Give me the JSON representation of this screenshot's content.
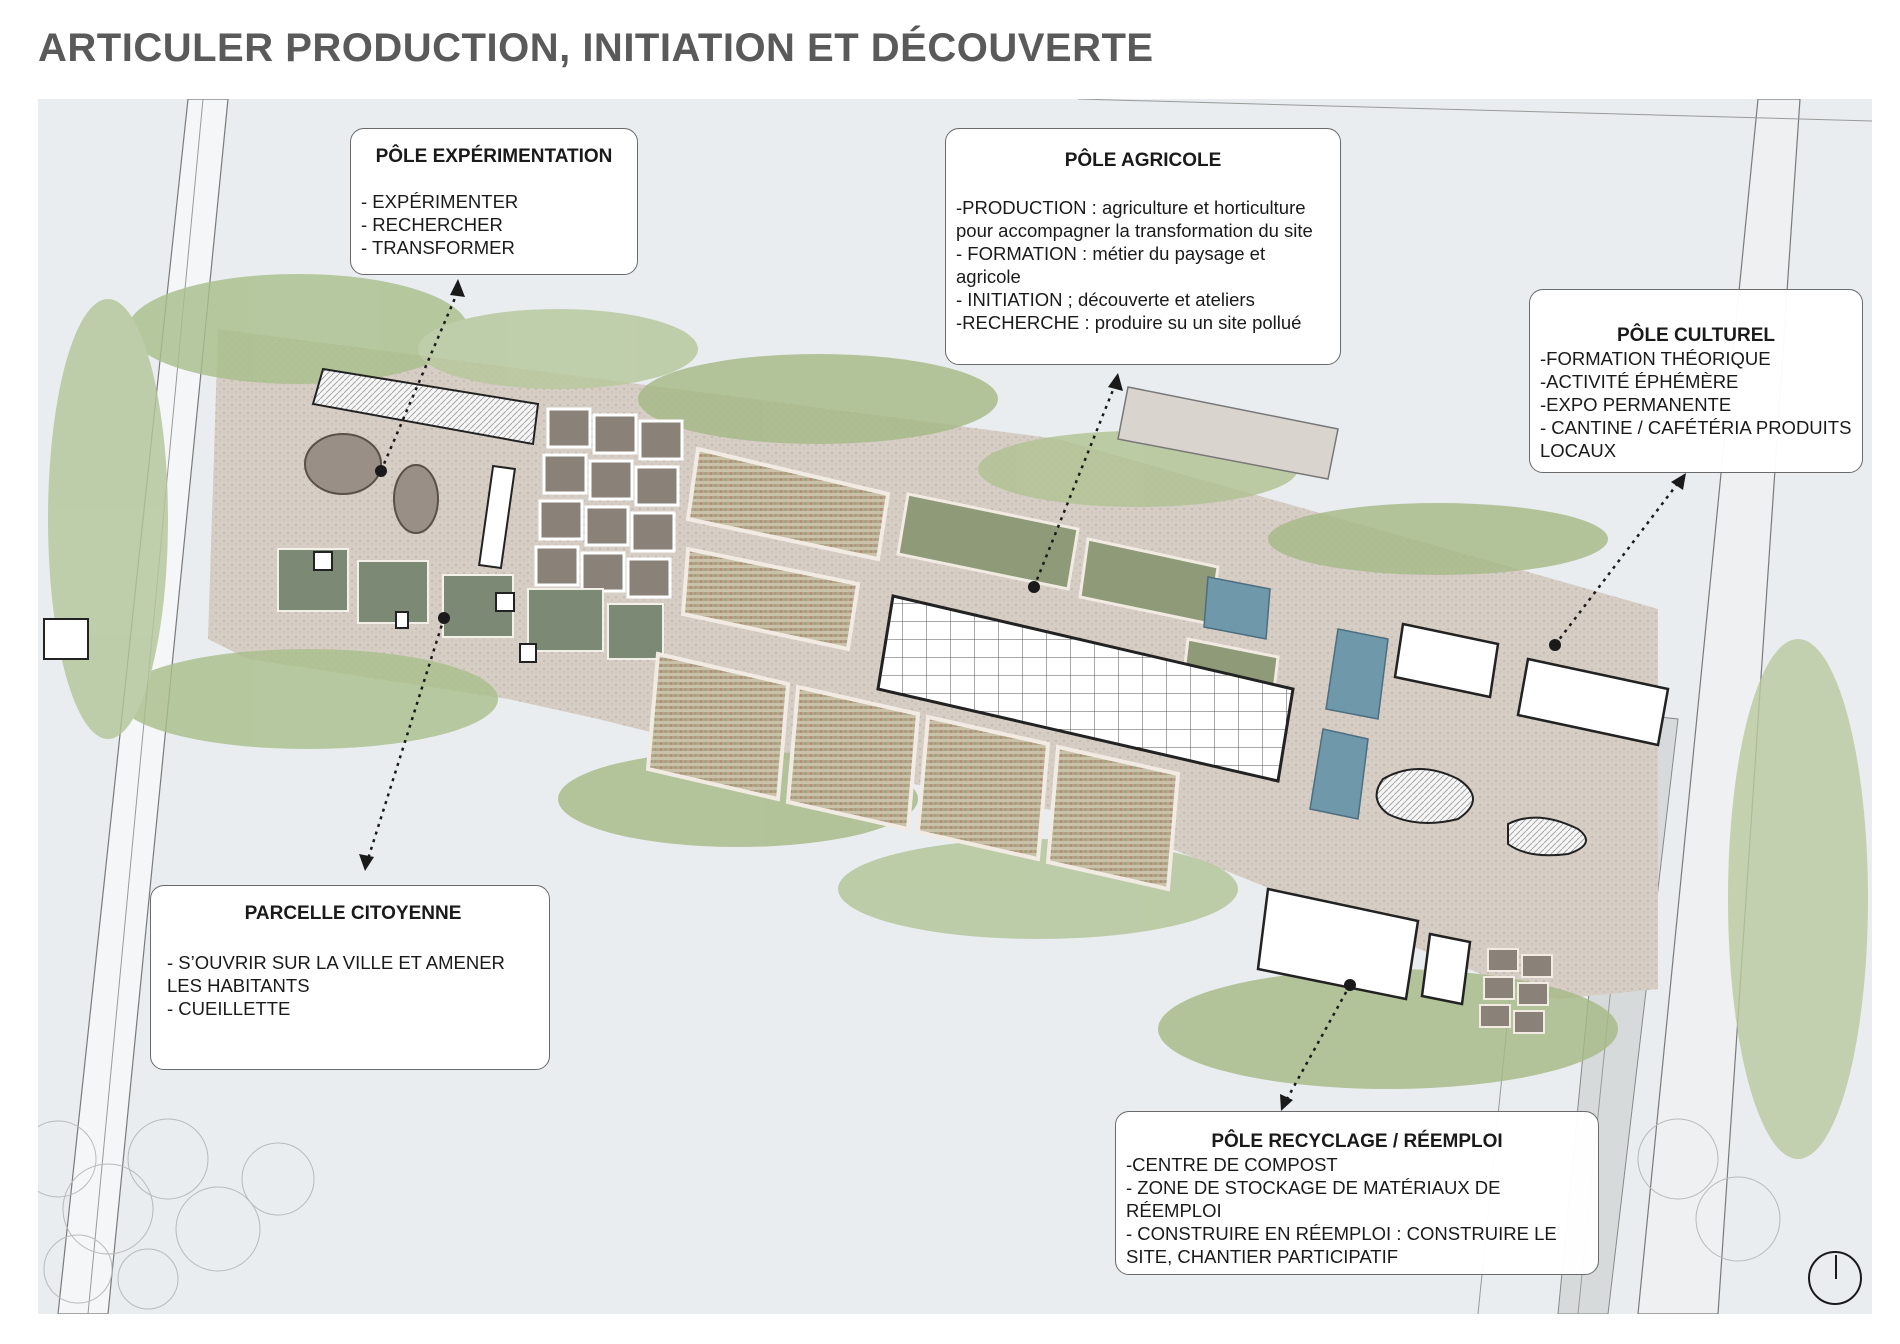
{
  "title": "ARTICULER PRODUCTION, INITIATION ET DÉCOUVERTE",
  "poles": {
    "experimentation": {
      "heading": "PÔLE EXPÉRIMENTATION",
      "lines": [
        "- EXPÉRIMENTER",
        "- RECHERCHER",
        "- TRANSFORMER"
      ]
    },
    "agricole": {
      "heading": "PÔLE AGRICOLE",
      "lines": [
        "-PRODUCTION  : agriculture et horticulture",
        "pour accompagner la transformation du site",
        "- FORMATION : métier du paysage et",
        "agricole",
        "- INITIATION ; découverte et ateliers",
        "-RECHERCHE : produire su un site pollué"
      ]
    },
    "culturel": {
      "heading": "PÔLE CULTUREL",
      "lines": [
        "-FORMATION THÉORIQUE",
        "-ACTIVITÉ ÉPHÉMÈRE",
        "-EXPO PERMANENTE",
        "- CANTINE / CAFÉTÉRIA PRODUITS",
        "LOCAUX"
      ]
    },
    "citoyenne": {
      "heading": "PARCELLE CITOYENNE",
      "lines": [
        "- S’OUVRIR SUR LA VILLE ET AMENER",
        "LES HABITANTS",
        "- CUEILLETTE"
      ]
    },
    "recyclage": {
      "heading": "PÔLE RECYCLAGE / RÉEMPLOI",
      "lines": [
        "-CENTRE DE COMPOST",
        "- ZONE DE STOCKAGE DE MATÉRIAUX DE",
        "RÉEMPLOI",
        "- CONSTRUIRE EN RÉEMPLOI : CONSTRUIRE LE",
        "SITE, CHANTIER PARTICIPATIF"
      ]
    }
  },
  "colors": {
    "title": "#5a5a5a",
    "ground": "#e9edf0",
    "paving": "#d8cdc4",
    "vegetation": "#a6ba86",
    "water": "#6f98aa",
    "building": "#ffffff",
    "building_edge": "#2b2b2b"
  }
}
